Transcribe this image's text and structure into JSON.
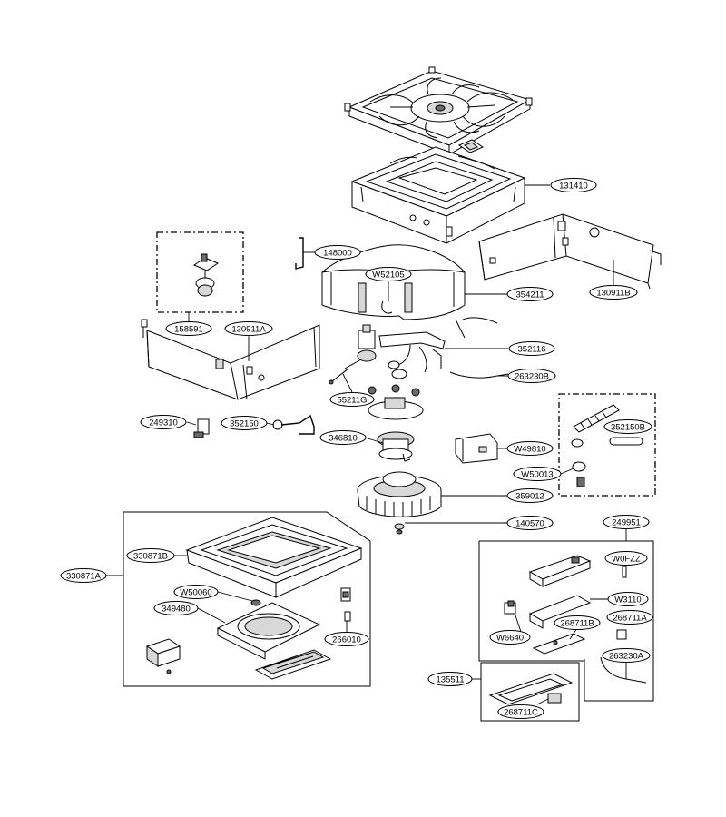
{
  "diagram": {
    "labels": {
      "p131410": "131410",
      "p148000": "148000",
      "pW52105": "W52105",
      "p354211": "354211",
      "p130911B": "130911B",
      "p158591": "158591",
      "p130911A": "130911A",
      "p352116": "352116",
      "p263230B": "263230B",
      "p55211G": "55211G",
      "p249310": "249310",
      "p352150": "352150",
      "p352150B": "352150B",
      "p346810": "346810",
      "pW49810": "W49810",
      "pW50013": "W50013",
      "p359012": "359012",
      "p140570": "140570",
      "p249951": "249951",
      "p330871B": "330871B",
      "p330871A": "330871A",
      "pW0FZZ": "W0FZZ",
      "pW50060": "W50060",
      "pW3110": "W3110",
      "p349480": "349480",
      "p268711A": "268711A",
      "p268711B": "268711B",
      "pW6640": "W6640",
      "p266010": "266010",
      "p263230A": "263230A",
      "p135511": "135511",
      "p268711C": "268711C"
    }
  }
}
